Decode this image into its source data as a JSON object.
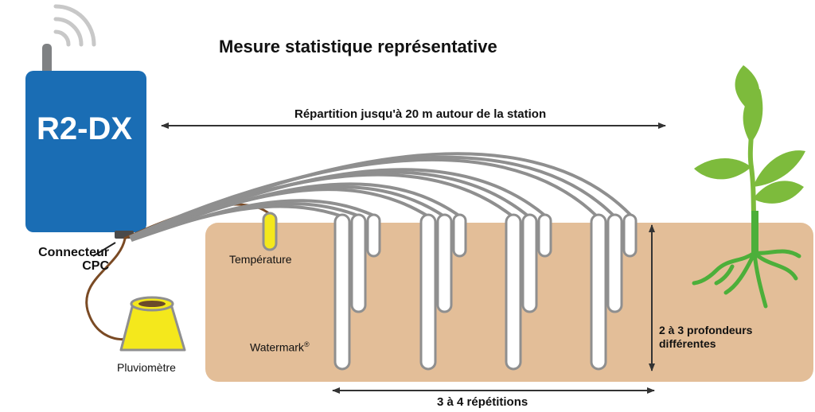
{
  "title": "Mesure statistique représentative",
  "device": {
    "name": "R2-DX",
    "body_color": "#1a6db4",
    "connector_label_line1": "Connecteur",
    "connector_label_line2": "CPC"
  },
  "labels": {
    "spread": "Répartition jusqu'à 20 m autour de la station",
    "temperature": "Température",
    "watermark": "Watermark",
    "watermark_mark": "®",
    "rain_gauge": "Pluviomètre",
    "depths_line1": "2 à 3 profondeurs",
    "depths_line2": "différentes",
    "repetitions": "3 à 4 répétitions"
  },
  "colors": {
    "soil": "#e3be98",
    "cable_gray": "#8f8f8f",
    "cable_brown": "#7a4a24",
    "sensor_yellow": "#f4e81c",
    "plant_green": "#7dbb3c",
    "root_green": "#4caf3a"
  },
  "icons": [
    "antenna-icon",
    "wifi-signal-icon",
    "plant-icon",
    "rain-gauge-icon",
    "temperature-sensor-icon"
  ]
}
